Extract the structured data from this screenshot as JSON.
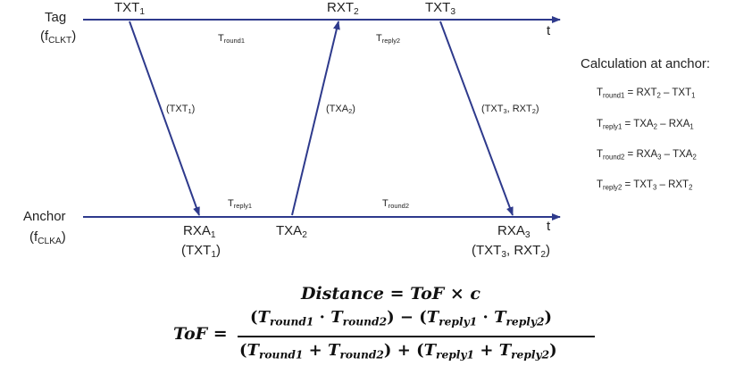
{
  "diagram": {
    "tag": {
      "label": "Tag",
      "clock": "(f",
      "clock_sub": "CLKT",
      "clock_close": ")"
    },
    "anchor": {
      "label": "Anchor",
      "clock": "(f",
      "clock_sub": "CLKA",
      "clock_close": ")"
    },
    "axis_label": "t",
    "tag_events": {
      "txt1": {
        "base": "TXT",
        "sub": "1"
      },
      "rxt2": {
        "base": "RXT",
        "sub": "2"
      },
      "txt3": {
        "base": "TXT",
        "sub": "3"
      }
    },
    "anchor_events": {
      "rxa1": {
        "base": "RXA",
        "sub": "1",
        "payload": "(TXT",
        "payload_sub": "1",
        "payload_close": ")"
      },
      "txa2": {
        "base": "TXA",
        "sub": "2"
      },
      "rxa3": {
        "base": "RXA",
        "sub": "3",
        "payload": "(TXT",
        "payload_sub": "3",
        "payload_mid": ", RXT",
        "payload_sub2": "2",
        "payload_close": ")"
      }
    },
    "messages": {
      "m1": {
        "text": "(TXT",
        "sub": "1",
        "close": ")"
      },
      "m2": {
        "text": "(TXA",
        "sub": "2",
        "close": ")"
      },
      "m3": {
        "text": "(TXT",
        "sub": "3",
        "mid": ", RXT",
        "sub2": "2",
        "close": ")"
      }
    },
    "intervals": {
      "tround1": {
        "base": "T",
        "sub": "round1"
      },
      "treply2": {
        "base": "T",
        "sub": "reply2"
      },
      "treply1": {
        "base": "T",
        "sub": "reply1"
      },
      "tround2": {
        "base": "T",
        "sub": "round2"
      }
    },
    "colors": {
      "line": "#2e3a8c"
    }
  },
  "calculation": {
    "title": "Calculation at anchor:",
    "eq1": {
      "lhs": "T",
      "lhs_sub": "round1",
      "eq": " = RXT",
      "a_sub": "2",
      "minus": " – TXT",
      "b_sub": "1"
    },
    "eq2": {
      "lhs": "T",
      "lhs_sub": "reply1",
      "eq": " = TXA",
      "a_sub": "2",
      "minus": " – RXA",
      "b_sub": "1"
    },
    "eq3": {
      "lhs": "T",
      "lhs_sub": "round2",
      "eq": " = RXA",
      "a_sub": "3",
      "minus": " – TXA",
      "b_sub": "2"
    },
    "eq4": {
      "lhs": "T",
      "lhs_sub": "reply2",
      "eq": " =  TXT",
      "a_sub": "3",
      "minus": " – RXT",
      "b_sub": "2"
    }
  },
  "formulas": {
    "distance": {
      "lhs": "Distance",
      "eq": " = ",
      "tof": "ToF",
      "times": " × ",
      "c": "c"
    },
    "tof": {
      "lhs": "ToF",
      "eq": " = ",
      "t": "T",
      "round1": "round1",
      "round2": "round2",
      "reply1": "reply1",
      "reply2": "reply2",
      "dot": " · ",
      "plus": " + ",
      "minus": " − ",
      "lp": "(",
      "rp": ")"
    }
  }
}
